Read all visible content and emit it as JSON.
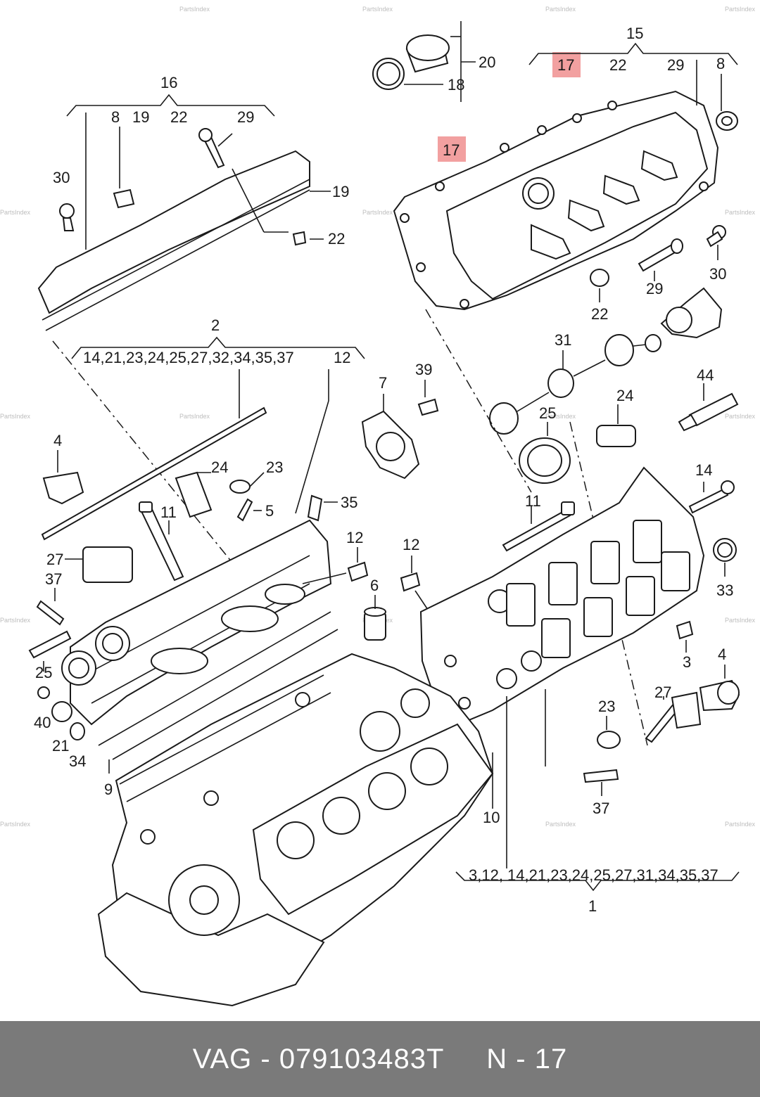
{
  "diagram": {
    "highlight_color": "#f2a0a0",
    "watermark": "PartsIndex",
    "callouts": {
      "c20": "20",
      "c18": "18",
      "c15": "15",
      "c17a": "17",
      "c22a": "22",
      "c29a": "29",
      "c8a": "8",
      "c16": "16",
      "c8b": "8",
      "c19a": "19",
      "c22b": "22",
      "c29b": "29",
      "c30a": "30",
      "c19b": "19",
      "c22c": "22",
      "c17b": "17",
      "c30b": "30",
      "c29c": "29",
      "c22d": "22",
      "c31": "31",
      "c2": "2",
      "c2list": "14,21,23,24,25,27,32,34,35,37",
      "c12a": "12",
      "c7": "7",
      "c39": "39",
      "c44": "44",
      "c24a": "24",
      "c25a": "25",
      "c4a": "4",
      "c24b": "24",
      "c23a": "23",
      "c11a": "11",
      "c5": "5",
      "c35": "35",
      "c27a": "27",
      "c37a": "37",
      "c12b": "12",
      "c12c": "12",
      "c6": "6",
      "c11b": "11",
      "c14": "14",
      "c33": "33",
      "c3": "3",
      "c4b": "4",
      "c27b": "27",
      "c23b": "23",
      "c25b": "25",
      "c40": "40",
      "c21": "21",
      "c34": "34",
      "c9": "9",
      "c10": "10",
      "c37b": "37",
      "c1list": "3,12,   14,21,23,24,25,27,31,34,35,37",
      "c1": "1"
    }
  },
  "footer": {
    "text": "VAG - 079103483T     N - 17"
  }
}
